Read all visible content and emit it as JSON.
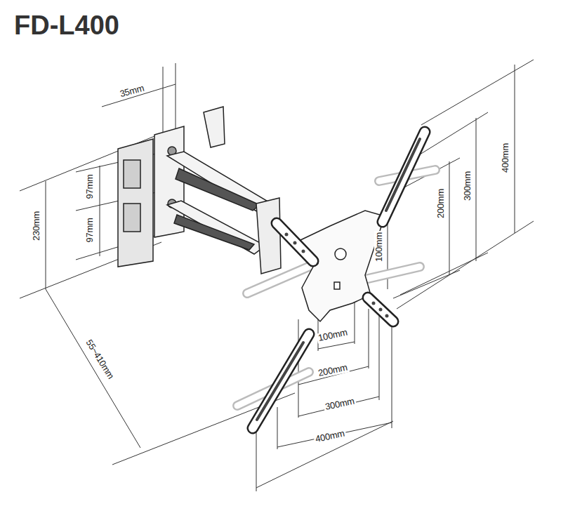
{
  "diagram": {
    "title": "FD-L400",
    "labels": [
      "35mm",
      "97mm",
      "97mm",
      "230mm",
      "55~410mm",
      "400mm",
      "300mm",
      "200mm",
      "100mm",
      "100mm",
      "200mm",
      "300mm",
      "400mm"
    ]
  }
}
